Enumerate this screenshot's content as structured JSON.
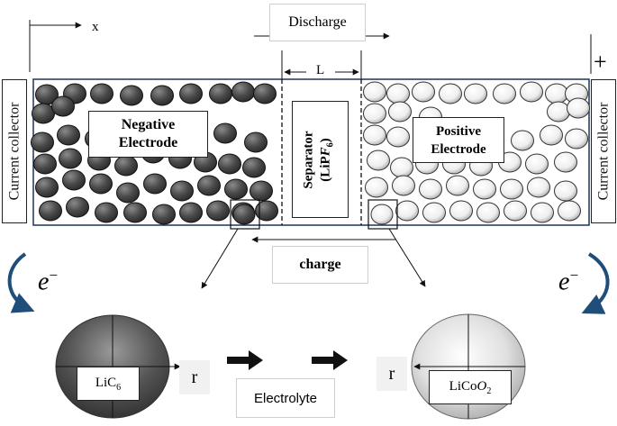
{
  "diagram": {
    "axis_label": "x",
    "discharge_label": "Discharge",
    "charge_label": "charge",
    "length_label": "L",
    "plus_sign": "+",
    "current_collector_label": "Current collector",
    "negative_electrode": {
      "line1": "Negative",
      "line2": "Electrode"
    },
    "positive_electrode": {
      "line1": "Positive",
      "line2": "Electrode"
    },
    "separator": {
      "line1": "Separator",
      "line2_prefix": "(LiP",
      "line2_italic": "F",
      "line2_sub": "6",
      "line2_suffix": ")"
    },
    "electron_left": {
      "base": "e",
      "sup": "−"
    },
    "electron_right": {
      "base": "e",
      "sup": "−"
    },
    "radius_label": "r",
    "anode_particle": {
      "base": "LiC",
      "sub": "6"
    },
    "cathode_particle": {
      "base": "LiCo",
      "italic": "O",
      "sub": "2"
    },
    "electrolyte_label": "Electrolyte",
    "colors": {
      "negative_particle": "#4a4a4a",
      "positive_particle": "#f2f2f2",
      "frame": "#1f3357",
      "curved_arrow": "#1e4e79"
    }
  }
}
